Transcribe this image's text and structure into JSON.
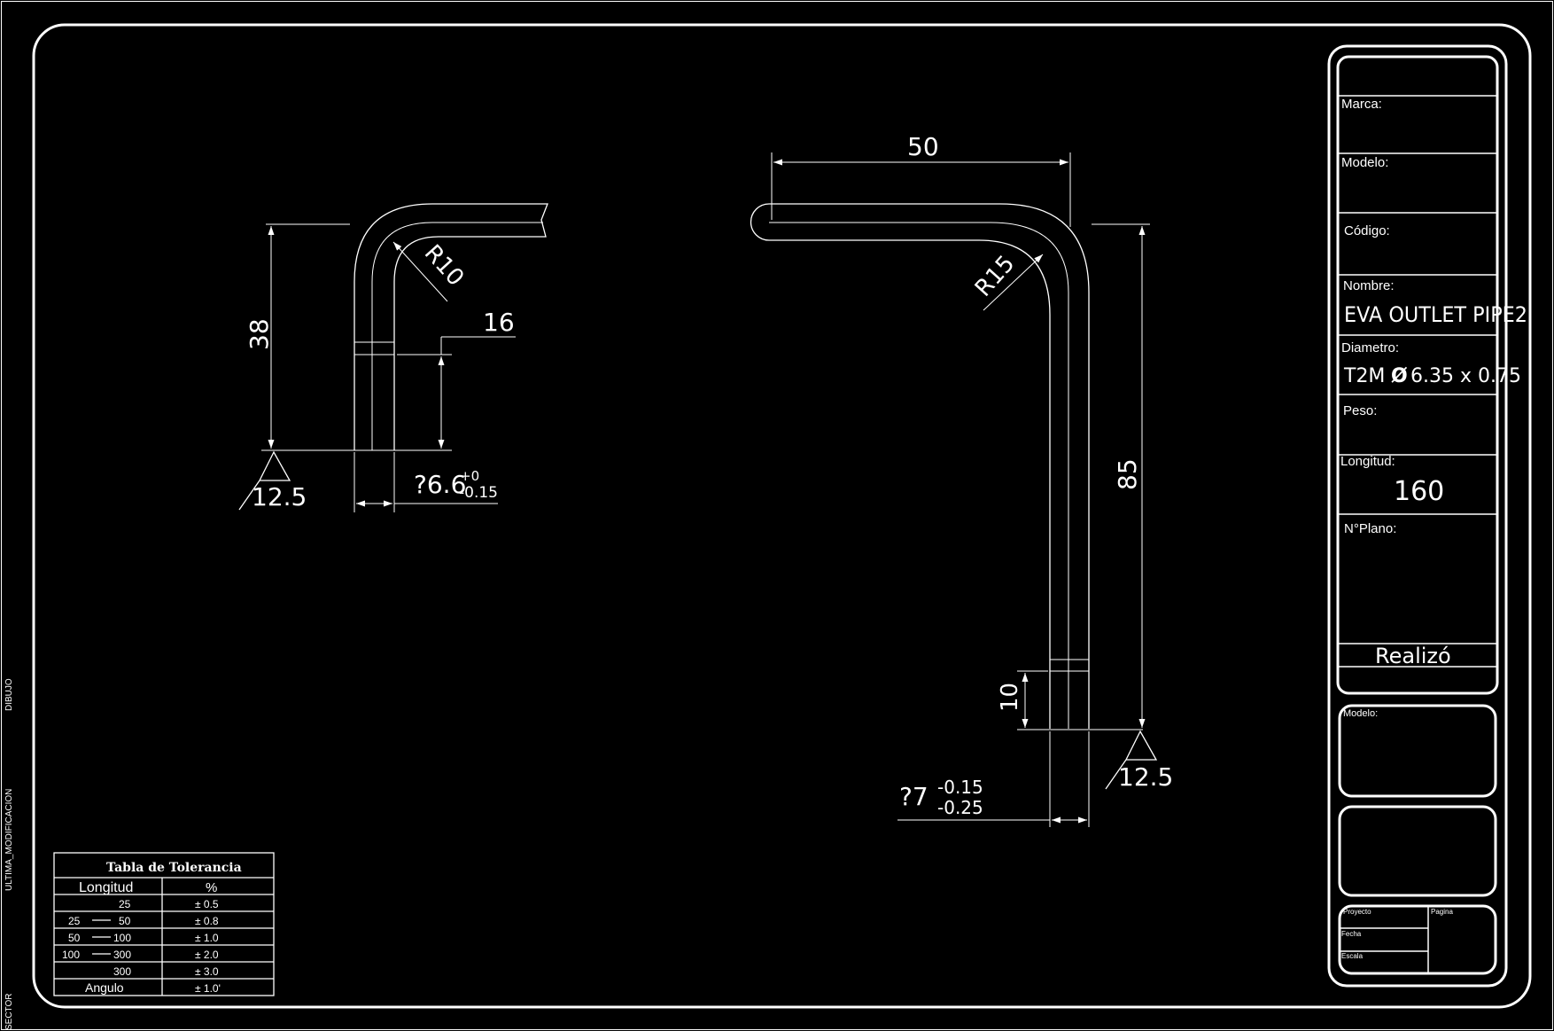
{
  "side_labels": {
    "sector": "SECTOR",
    "ultima_modificacion": "ULTIMA_MODIFICACION",
    "dibujo": "DIBUJO"
  },
  "detail_view": {
    "dim_height": "38",
    "dim_radius": "R10",
    "dim_insert": "16",
    "roughness": "12.5",
    "diameter_main": "?6.6",
    "tol_upper": "+0",
    "tol_lower": "-0.15"
  },
  "main_view": {
    "dim_top": "50",
    "dim_radius": "R15",
    "dim_height": "85",
    "dim_end": "10",
    "roughness": "12.5",
    "diameter_main": "?7",
    "tol_upper": "-0.15",
    "tol_lower": "-0.25"
  },
  "title_block": {
    "marca_label": "Marca:",
    "modelo_label": "Modelo:",
    "codigo_label": "Código:",
    "nombre_label": "Nombre:",
    "nombre_value": "EVA OUTLET PIPE2",
    "diametro_label": "Diametro:",
    "diametro_prefix": "T2M",
    "diametro_symbol": "Ø",
    "diametro_value": "6.35 x 0.75",
    "peso_label": "Peso:",
    "longitud_label": "Longitud:",
    "longitud_value": "160",
    "nplano_label": "N°Plano:",
    "realizo_label": "Realizó",
    "modelo2_label": "Modelo:",
    "proyecto_label": "Proyecto",
    "pagina_label": "Pagina",
    "fecha_label": "Fecha",
    "escala_label": "Escala"
  },
  "tolerance_table": {
    "title": "Tabla de Tolerancia",
    "headers": [
      "Longitud",
      "%"
    ],
    "rows": [
      {
        "from": "",
        "to": "25",
        "value": "± 0.5"
      },
      {
        "from": "25",
        "to": "50",
        "value": "± 0.8"
      },
      {
        "from": "50",
        "to": "100",
        "value": "± 1.0"
      },
      {
        "from": "100",
        "to": "300",
        "value": "± 2.0"
      },
      {
        "from": "",
        "to": "300",
        "value": "± 3.0"
      }
    ],
    "angle_label": "Angulo",
    "angle_value": "± 1.0'"
  },
  "colors": {
    "background": "#000000",
    "line": "#ffffff"
  }
}
